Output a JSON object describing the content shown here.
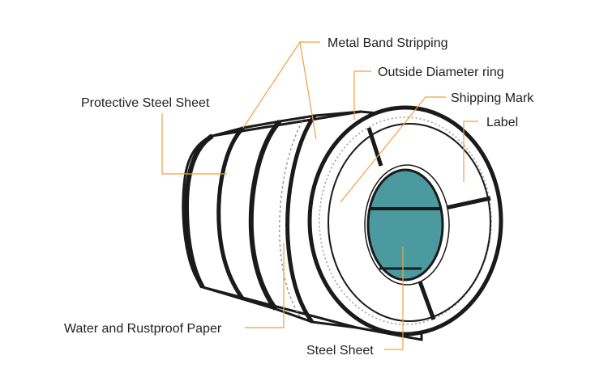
{
  "diagram": {
    "labels": {
      "metal_band_stripping": "Metal Band Stripping",
      "outside_diameter_ring": "Outside Diameter ring",
      "shipping_mark": "Shipping Mark",
      "label": "Label",
      "protective_steel_sheet": "Protective Steel Sheet",
      "water_and_rustproof_paper": "Water and Rustproof Paper",
      "steel_sheet": "Steel Sheet"
    },
    "colors": {
      "leader_line": "#f0a040",
      "core": "#4a9aa0",
      "outline": "#1a1a1a"
    }
  }
}
